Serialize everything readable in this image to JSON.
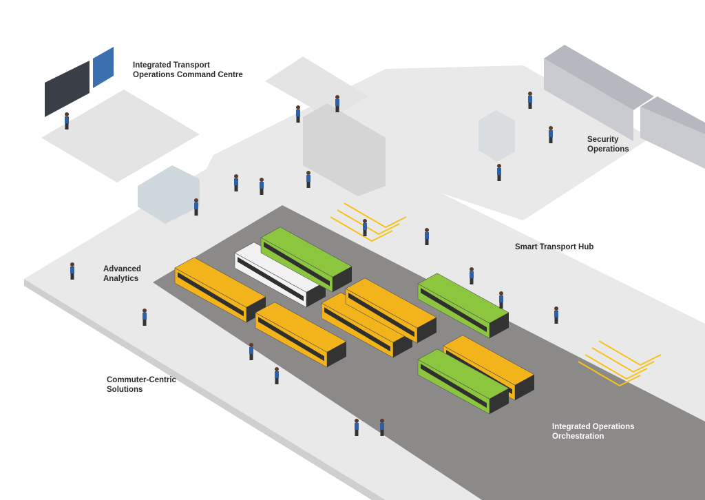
{
  "labels": {
    "command_centre": "Integrated Transport Operations Command Centre",
    "security": "Security Operations",
    "hub": "Smart Transport Hub",
    "analytics": "Advanced Analytics",
    "commuter": "Commuter-Centric Solutions",
    "orchestration": "Integrated Operations Orchestration"
  },
  "colors": {
    "floor": "#e9e9e9",
    "road": "#8c8989",
    "bus_yellow": "#f3b31b",
    "bus_green": "#8cc63f",
    "bus_white": "#f2f2f2",
    "train": "#c9cbd0",
    "train_accent": "#d6202a",
    "marking": "#f7c21b"
  },
  "buses": [
    {
      "color": "bus_yellow"
    },
    {
      "color": "bus_white"
    },
    {
      "color": "bus_green"
    },
    {
      "color": "bus_yellow"
    },
    {
      "color": "bus_yellow"
    },
    {
      "color": "bus_yellow"
    },
    {
      "color": "bus_green"
    },
    {
      "color": "bus_yellow"
    },
    {
      "color": "bus_green"
    }
  ]
}
